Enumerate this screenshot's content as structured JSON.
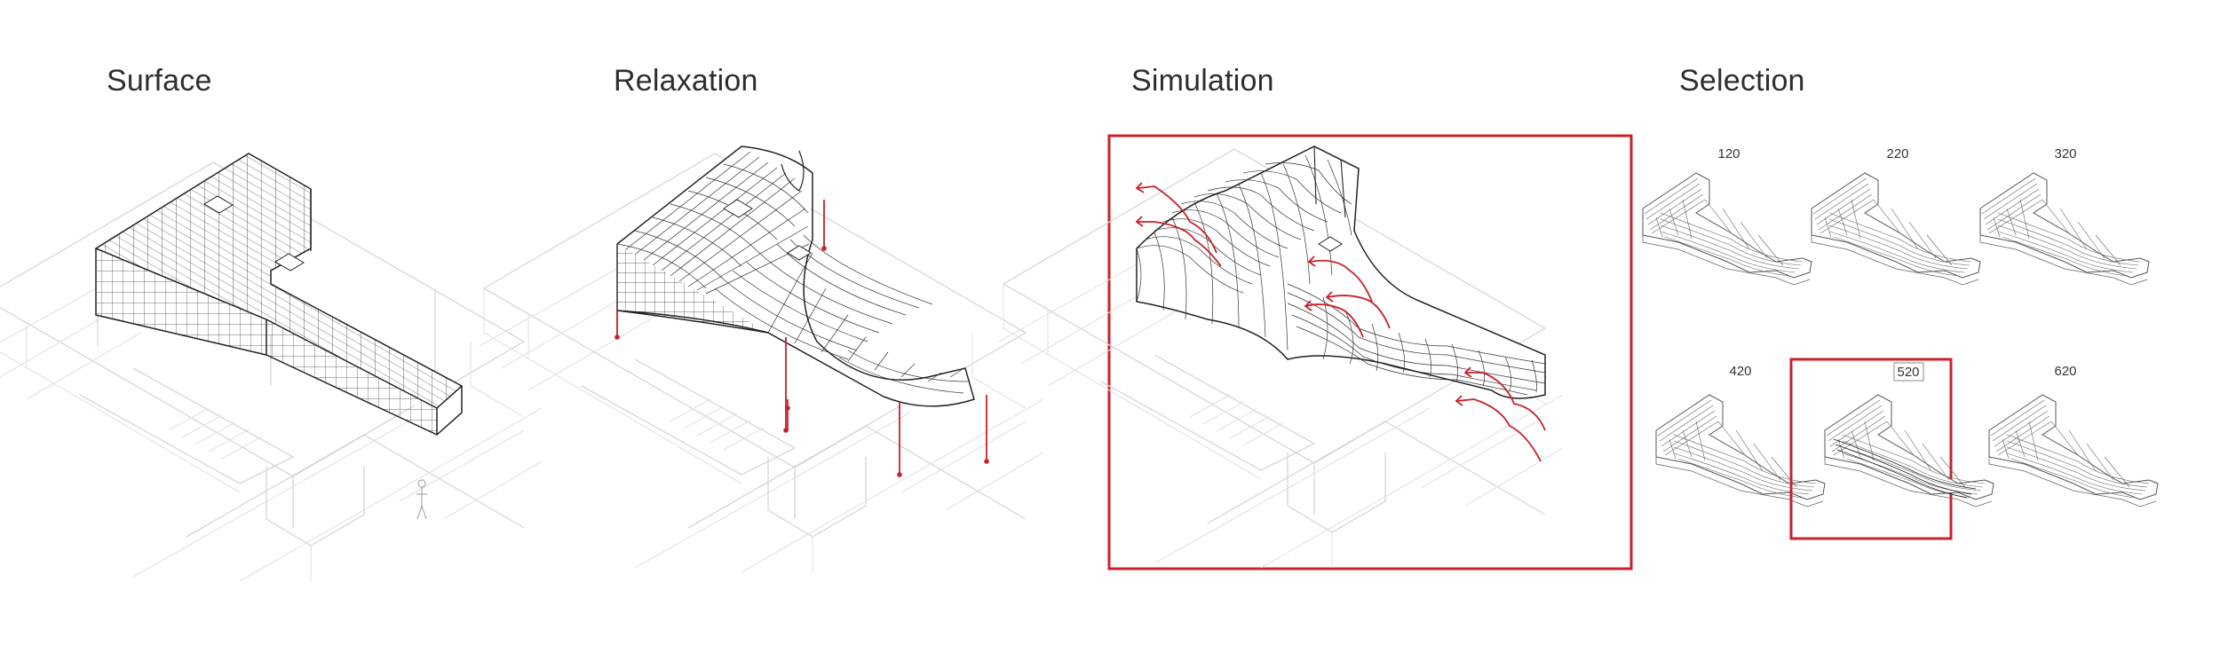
{
  "panels": {
    "surface": {
      "title": "Surface"
    },
    "relaxation": {
      "title": "Relaxation"
    },
    "simulation": {
      "title": "Simulation"
    },
    "selection": {
      "title": "Selection",
      "options": [
        {
          "label": "120",
          "selected": false
        },
        {
          "label": "220",
          "selected": false
        },
        {
          "label": "320",
          "selected": false
        },
        {
          "label": "420",
          "selected": false
        },
        {
          "label": "520",
          "selected": true
        },
        {
          "label": "620",
          "selected": false
        }
      ]
    }
  },
  "colors": {
    "accent": "#cc1f2b",
    "line": "#222222",
    "context": "#d6d6d6"
  }
}
